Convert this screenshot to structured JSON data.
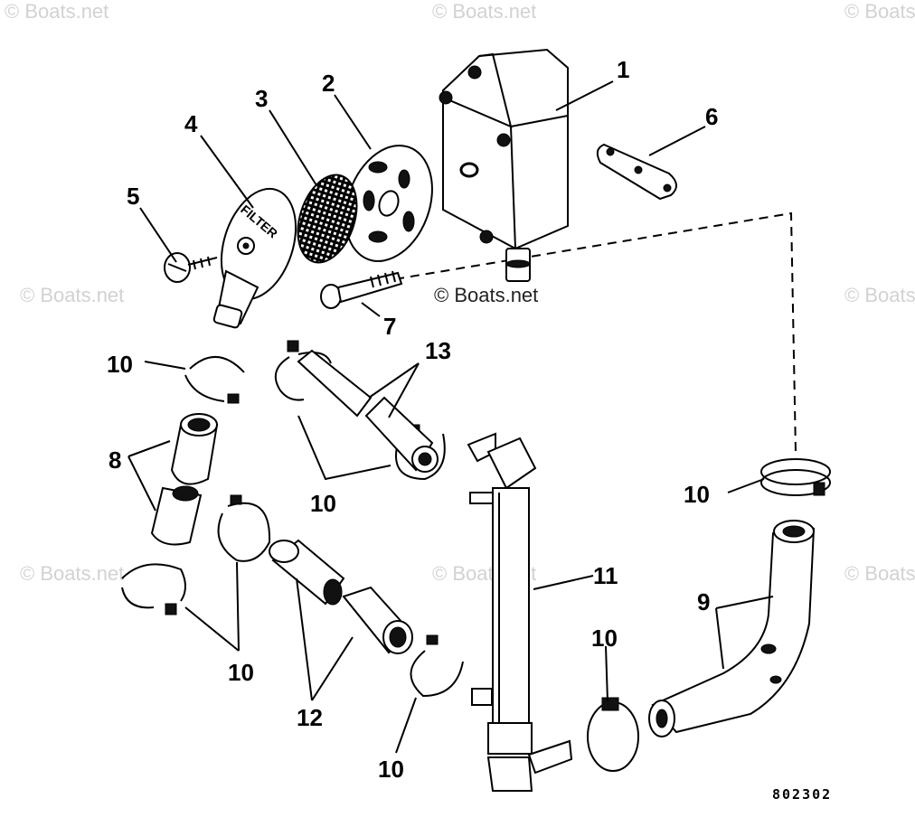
{
  "watermarks": {
    "corner": "© Boats.net",
    "center": "© Boats.net"
  },
  "figure_number": "802302",
  "filter_label": "FILTER",
  "callouts": {
    "c1": "1",
    "c2": "2",
    "c3": "3",
    "c4": "4",
    "c5": "5",
    "c6": "6",
    "c7": "7",
    "c8": "8",
    "c9": "9",
    "c10a": "10",
    "c10b": "10",
    "c10c": "10",
    "c10d": "10",
    "c10e": "10",
    "c10f": "10",
    "c11": "11",
    "c12": "12",
    "c13": "13"
  }
}
